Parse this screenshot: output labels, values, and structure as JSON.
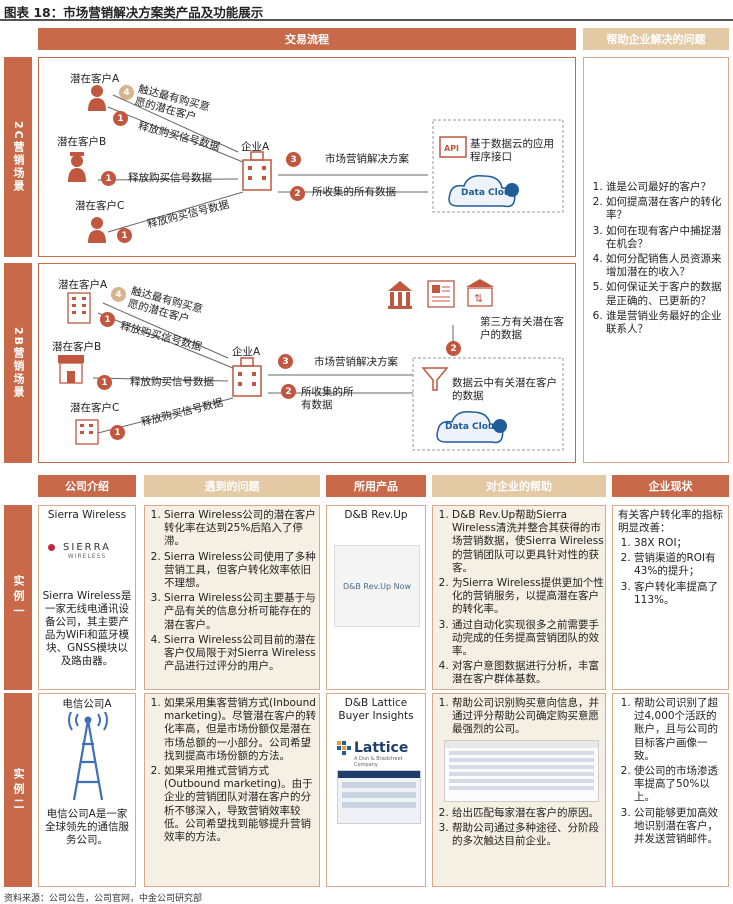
{
  "title": "图表 18：市场营销解决方案类产品及功能展示",
  "top_headers": {
    "flow": "交易流程",
    "problems": "帮助企业解决的问题"
  },
  "sidebars": {
    "c2c": "2C营销场景",
    "b2b": "2B营销场景",
    "case1": "实例一",
    "case2": "实例二"
  },
  "c2c": {
    "customer_a": "潜在客户A",
    "customer_b": "潜在客户B",
    "customer_c": "潜在客户C",
    "reach_text": "触达最有购买意愿的潜在客户",
    "release_a": "释放购买信号数据",
    "release_b": "释放购买信号数据",
    "release_c": "释放购买信号数据",
    "company": "企业A",
    "solution": "市场营销解决方案",
    "collected": "所收集的所有数据",
    "api_label": "基于数据云的应用程序接口",
    "data_cloud": "Data Cloud",
    "api_text": "API"
  },
  "b2b": {
    "customer_a": "潜在客户A",
    "customer_b": "潜在客户B",
    "customer_c": "潜在客户C",
    "reach_text": "触达最有购买意愿的潜在客户",
    "release_a": "释放购买信号数据",
    "release_b": "释放购买信号数据",
    "release_c": "释放购买信号数据",
    "company": "企业A",
    "solution": "市场营销解决方案",
    "collected": "所收集的所有数据",
    "third_party": "第三方有关潜在客户的数据",
    "cloud_label": "数据云中有关潜在客户的数据",
    "data_cloud": "Data Cloud"
  },
  "problems": [
    "谁是公司最好的客户？",
    "如何提高潜在客户的转化率？",
    "如何在现有客户中捕捉潜在机会？",
    "如何分配销售人员资源来增加潜在的收入？",
    "如何保证关于客户的数据是正确的、已更新的？",
    "谁是营销业务最好的企业联系人？"
  ],
  "col_headers": {
    "intro": "公司介绍",
    "issues": "遇到的问题",
    "product": "所用产品",
    "help": "对企业的帮助",
    "status": "企业现状"
  },
  "case1": {
    "company_name": "Sierra Wireless",
    "logo_main": "SIERRA",
    "logo_sub": "WIRELESS",
    "intro": "Sierra Wireless是一家无线电通讯设备公司，其主要产品为WiFi和蓝牙模块、GNSS模块以及路由器。",
    "issues": [
      "Sierra Wireless公司的潜在客户转化率在达到25%后陷入了停滞。",
      "Sierra Wireless公司使用了多种营销工具，但客户转化效率依旧不理想。",
      "Sierra Wireless公司主要基于与产品有关的信息分析可能存在的潜在客户。",
      "Sierra Wireless公司目前的潜在客户仅局限于对Sierra Wireless产品进行过评分的用户。"
    ],
    "product": "D&B Rev.Up",
    "product_screen": "D&B Rev.Up Now",
    "help": [
      "D&B Rev.Up帮助Sierra Wireless清洗并整合其获得的市场营销数据，使Sierra Wireless的营销团队可以更具针对性的获客。",
      "为Sierra Wireless提供更加个性化的营销服务，以提高潜在客户的转化率。",
      "通过自动化实现很多之前需要手动完成的任务提高营销团队的效率。",
      "对客户意图数据进行分析，丰富潜在客户群体基数。"
    ],
    "status_intro": "有关客户转化率的指标明显改善：",
    "status": [
      "38X ROI；",
      "营销渠道的ROI有43%的提升；",
      "客户转化率提高了113%。"
    ]
  },
  "case2": {
    "company_name": "电信公司A",
    "intro": "电信公司A是一家全球领先的通信服务公司。",
    "issues": [
      "如果采用集客营销方式(Inbound marketing)。尽管潜在客户的转化率高，但是市场份额仅是潜在市场总额的一小部分。公司希望找到提高市场份额的方法。",
      "如果采用推式营销方式(Outbound marketing)。由于企业的营销团队对潜在客户的分析不够深入，导致营销效率较低。公司希望找到能够提升营销效率的方法。"
    ],
    "product": "D&B Lattice Buyer Insights",
    "lattice_logo": "Lattice",
    "lattice_sub": "A Dun & Bradstreet Company",
    "help": [
      "帮助公司识别购买意向信息，并通过评分帮助公司确定购买意愿最强烈的公司。",
      "给出匹配每家潜在客户的原因。",
      "帮助公司通过多种途径、分阶段的多次触达目前企业。"
    ],
    "status": [
      "帮助公司识别了超过4,000个活跃的账户，且与公司的目标客户画像一致。",
      "使公司的市场渗透率提高了50%以上。",
      "公司能够更加高效地识别潜在客户，并发送营销邮件。"
    ]
  },
  "source": "资料来源：公司公告，公司官网，中金公司研究部"
}
